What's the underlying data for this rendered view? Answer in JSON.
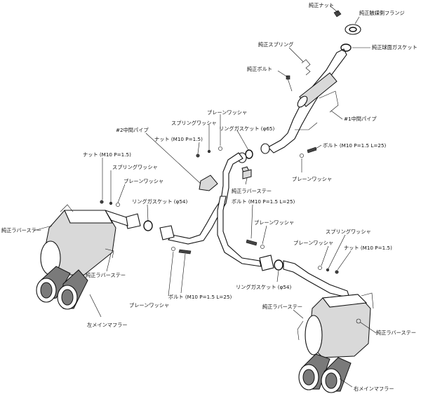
{
  "colors": {
    "line": "#111111",
    "body_shade": "#d9d9d9",
    "tip_shade": "#7a7a7a",
    "background": "#ffffff"
  },
  "labels": {
    "oem_nut_top": "純正ナット",
    "oem_cat_flange": "純正触媒側フランジ",
    "oem_spring": "純正スプリング",
    "oem_ball_gasket": "純正球面ガスケット",
    "oem_bolt": "純正ボルト",
    "mid_pipe_1": "#1中間パイプ",
    "spring_washer_top": "スプリングワッシャ",
    "plain_washer_top": "プレーンワッシャ",
    "mid_pipe_2": "#2中間パイプ",
    "nut_m10_top": "ナット (M10 P=1.5)",
    "ring_gasket_65": "リングガスケット (φ65)",
    "bolt_right": "ボルト (M10 P=1.5 L=25)",
    "nut_m10_left": "ナット (M10 P=1.5)",
    "spring_washer_left": "スプリングワッシャ",
    "plain_washer_right": "プレーンワッシャ",
    "plain_washer_left": "プレーンワッシャ",
    "oem_rubber_stay_center": "純正ラバーステー",
    "ring_gasket_54_left": "リングガスケット (φ54)",
    "bolt_center": "ボルト (M10 P=1.5 L=25)",
    "oem_rubber_stay_left": "純正ラバーステー",
    "plain_washer_center": "プレーンワッシャ",
    "spring_washer_right": "スプリングワッシャ",
    "plain_washer_right2": "プレーンワッシャ",
    "nut_m10_right": "ナット (M10 P=1.5)",
    "oem_rubber_stay_left2": "純正ラバーステー",
    "ring_gasket_54_right": "リングガスケット (φ54)",
    "plain_washer_bottom": "プレーンワッシャ",
    "bolt_bottom": "ボルト (M10 P=1.5 L=25)",
    "oem_rubber_stay_right_a": "純正ラバーステー",
    "oem_rubber_stay_right_b": "純正ラバーステー",
    "left_main_muffler": "左メインマフラー",
    "right_main_muffler": "右メインマフラー"
  }
}
